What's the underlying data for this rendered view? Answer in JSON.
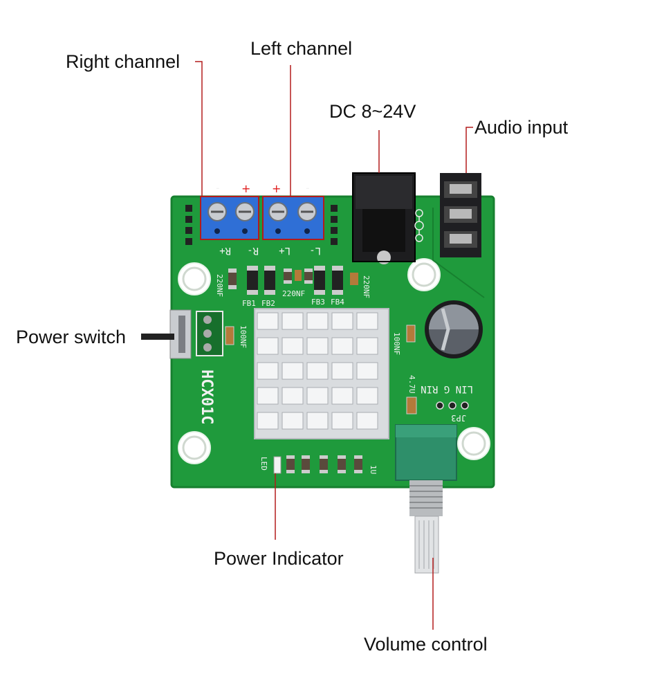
{
  "callouts": {
    "right_channel": "Right channel",
    "left_channel": "Left channel",
    "dc": "DC 8~24V",
    "audio_input": "Audio input",
    "power_switch": "Power switch",
    "power_indicator": "Power Indicator",
    "volume_control": "Volume control"
  },
  "silkscreen": {
    "minus_r": "-",
    "plus_r": "+",
    "plus_l": "+",
    "minus_l": "-",
    "r_plus": "R+",
    "r_minus": "R-",
    "l_plus": "L+",
    "l_minus": "L-",
    "cap_220_left": "220NF",
    "fb1": "FB1",
    "fb2": "FB2",
    "cap_220_mid": "220NF",
    "fb3": "FB3",
    "fb4": "FB4",
    "cap_220_right": "220NF",
    "cap_100_left": "100NF",
    "cap_100_right": "100NF",
    "board_name": "HCX01C",
    "cap_47": "4.7U",
    "lin_g_rin": "LIN G RIN",
    "jp3": "JP3",
    "led": "LED",
    "one_u": "1U"
  },
  "colors": {
    "pcb": "#1f9a3c",
    "terminal": "#2f6fd6",
    "callout_line": "#b31b1b",
    "heatsink": "#d9dcdf",
    "pot": "#2e8f6a"
  }
}
